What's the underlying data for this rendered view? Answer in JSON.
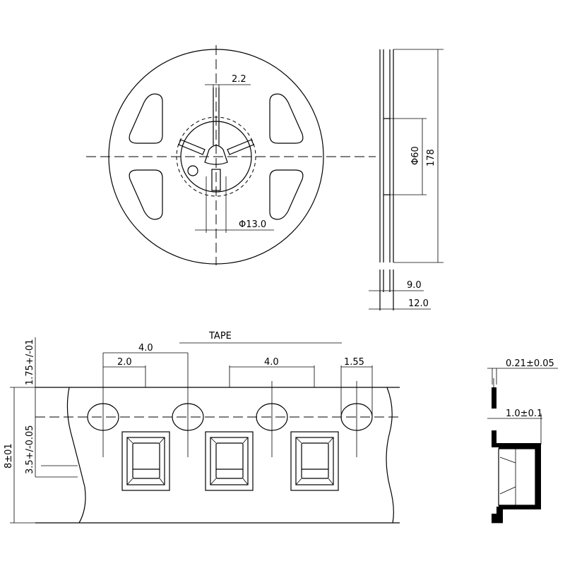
{
  "reel": {
    "hub_slot_width": "2.2",
    "hub_diameter": "Φ13.0"
  },
  "reel_side": {
    "hub_diameter": "Φ60",
    "reel_diameter": "178",
    "inner_width": "9.0",
    "outer_width": "12.0"
  },
  "tape": {
    "direction_label": "TAPE",
    "sprocket_pitch": "4.0",
    "hole_to_pocket": "2.0",
    "pocket_pitch": "4.0",
    "hole_diameter": "1.55",
    "hole_edge": "1.75+/-01",
    "pocket_offset": "3.5+/-0.05",
    "tape_width": "8±01"
  },
  "tape_section": {
    "thickness": "0.21±0.05",
    "pocket_depth": "1.0±0.1"
  }
}
